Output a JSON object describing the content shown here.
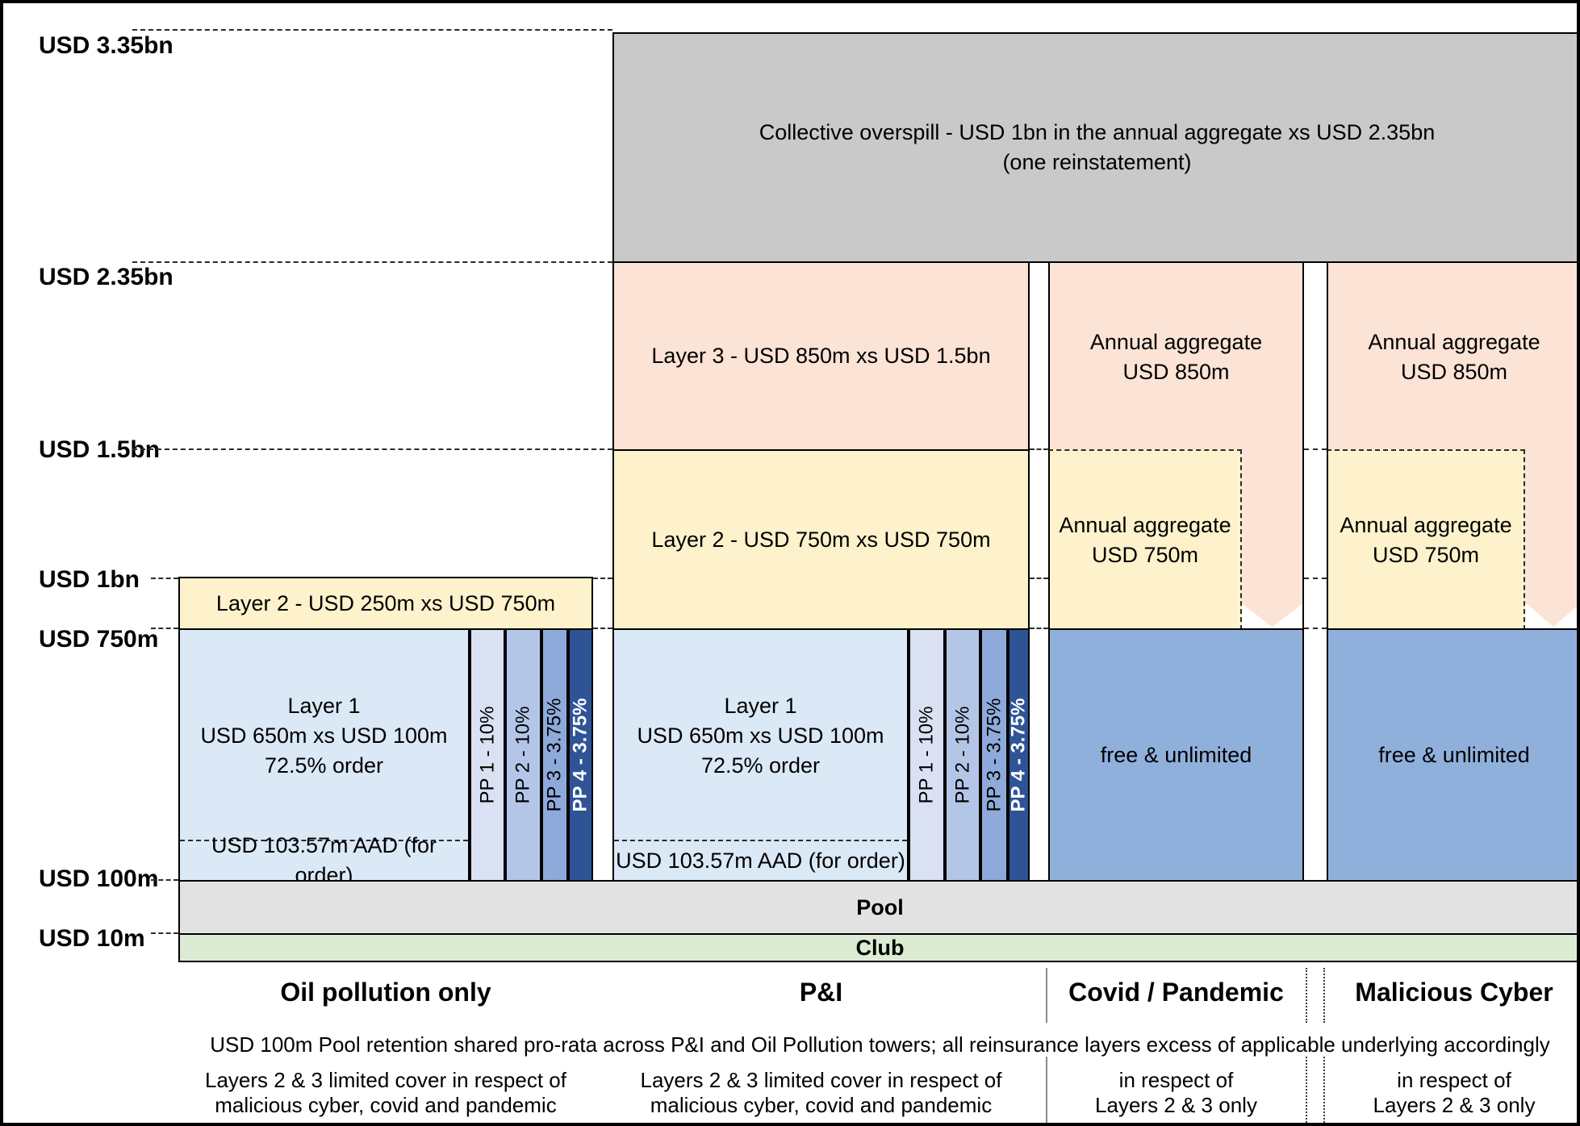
{
  "colors": {
    "overspill_gray": "#c9c9c9",
    "layer3_pink": "#fbe3d5",
    "layer2_yellow": "#fdf2cb",
    "layer1_blue": "#dbe8f6",
    "pp1": "#d9e1f2",
    "pp2": "#b4c6e7",
    "pp3": "#8eaadb",
    "pp4": "#2f5496",
    "free_blue": "#90b0dc",
    "pool_gray": "#e2e2e2",
    "club_green": "#dcecd4"
  },
  "axis": {
    "l335": "USD 3.35bn",
    "l235": "USD 2.35bn",
    "l15": "USD 1.5bn",
    "l1": "USD 1bn",
    "l750": "USD 750m",
    "l100": "USD 100m",
    "l10": "USD 10m"
  },
  "overspill": {
    "line1": "Collective overspill - USD 1bn in the annual aggregate xs USD 2.35bn",
    "line2": "(one reinstatement)"
  },
  "shared": {
    "layer1_line1": "Layer 1",
    "layer1_line2": "USD 650m xs USD 100m",
    "layer1_line3": "72.5% order",
    "aad": "USD 103.57m AAD (for order)",
    "agg850_line1": "Annual aggregate",
    "agg850_line2": "USD 850m",
    "agg750_line1": "Annual aggregate",
    "agg750_line2": "USD 750m",
    "free": "free & unlimited",
    "pi_footnote_line1": "Layers 2 & 3 limited cover in respect of",
    "pi_footnote_line2": "malicious cyber, covid and pandemic",
    "agg_footnote_line1": "in respect of",
    "agg_footnote_line2": "Layers 2 & 3 only"
  },
  "pp": [
    {
      "label": "PP 1 - 10%"
    },
    {
      "label": "PP 2 - 10%"
    },
    {
      "label": "PP 3 - 3.75%"
    },
    {
      "label": "PP 4 - 3.75%"
    }
  ],
  "towers": {
    "oil": {
      "title": "Oil pollution only",
      "layer2": "Layer 2 - USD 250m xs USD 750m"
    },
    "pni": {
      "title": "P&I",
      "layer3": "Layer 3 - USD 850m xs USD 1.5bn",
      "layer2": "Layer 2 - USD 750m xs USD 750m"
    },
    "covid": {
      "title": "Covid / Pandemic"
    },
    "cyber": {
      "title": "Malicious Cyber"
    }
  },
  "bands": {
    "pool": "Pool",
    "club": "Club"
  },
  "footnote": "USD 100m Pool retention shared pro-rata across P&I and Oil Pollution towers; all reinsurance layers excess of applicable underlying accordingly"
}
